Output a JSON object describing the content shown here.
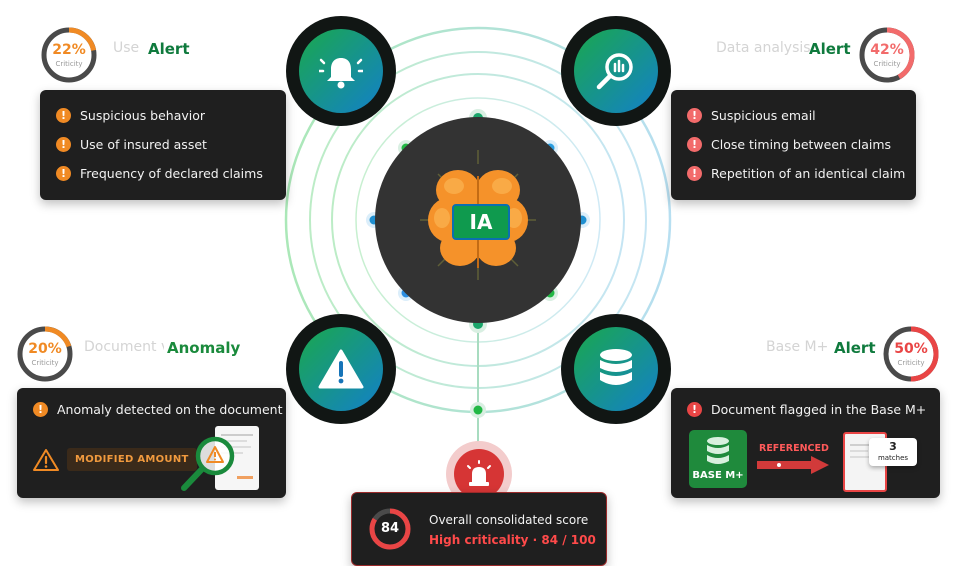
{
  "center": {
    "label": "IA"
  },
  "panels": {
    "top_left": {
      "gauge": {
        "value": 22,
        "text": "22%",
        "criticity": "Criticity",
        "color": "#f08a24"
      },
      "faded_label": "Use",
      "tag": "Alert",
      "items": [
        "Suspicious behavior",
        "Use of insured asset",
        "Frequency of declared claims"
      ],
      "icon_color": "#f08a24"
    },
    "top_right": {
      "gauge": {
        "value": 42,
        "text": "42%",
        "criticity": "Criticity",
        "color": "#f26b6b"
      },
      "faded_label": "Data analysis",
      "tag": "Alert",
      "items": [
        "Suspicious email",
        "Close timing between claims",
        "Repetition of an identical claim"
      ],
      "icon_color": "#f26b6b"
    },
    "bottom_left": {
      "gauge": {
        "value": 20,
        "text": "20%",
        "criticity": "Criticity",
        "color": "#f08a24"
      },
      "faded_label": "Document verification",
      "tag": "Anomaly",
      "header": "Anomaly detected on the document",
      "pill": "MODIFIED AMOUNT",
      "icon_color": "#f08a24"
    },
    "bottom_right": {
      "gauge": {
        "value": 50,
        "text": "50%",
        "criticity": "Criticity",
        "color": "#e94545"
      },
      "faded_label": "Base M+ check",
      "tag": "Alert",
      "header": "Document flagged in the Base M+",
      "base_label": "BASE M+",
      "referenced": "REFERENCED",
      "matches_count": "3",
      "matches_label": "matches",
      "icon_color": "#e94545"
    }
  },
  "score": {
    "value": 84,
    "value_text": "84",
    "max": 100,
    "title": "Overall consolidated score",
    "subtitle": "High criticality · 84 / 100",
    "color": "#e94545"
  },
  "colors": {
    "alert_green": "#0f7a3d",
    "anomaly_green": "#1a8a3c",
    "hub": "#333333",
    "card": "#1f1f1f"
  }
}
